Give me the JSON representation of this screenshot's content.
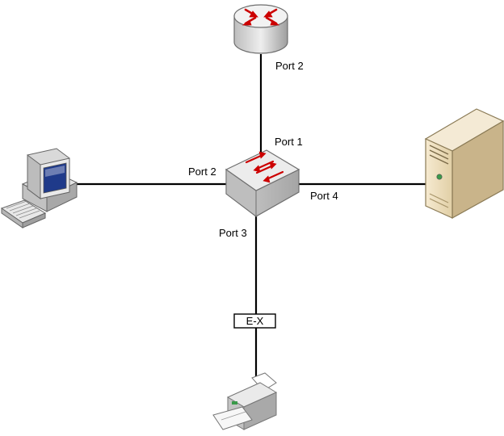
{
  "labels": {
    "router_port": "Port 2",
    "switch_port_top": "Port 1",
    "switch_port_left": "Port 2",
    "switch_port_right": "Port 4",
    "switch_port_bottom": "Port 3",
    "inline_tag": "E-X"
  },
  "icons": {
    "router": "router-icon",
    "switch": "switch-icon",
    "workstation": "workstation-icon",
    "server": "server-icon",
    "printer": "printer-icon"
  },
  "colors": {
    "line": "#000000",
    "arrow": "#cc0000",
    "device_gray": "#d6d6d6",
    "device_dark": "#9a9a9a",
    "server_beige": "#efe0bf",
    "server_dark": "#c9b48a",
    "screen_blue": "#1f3a8a"
  }
}
